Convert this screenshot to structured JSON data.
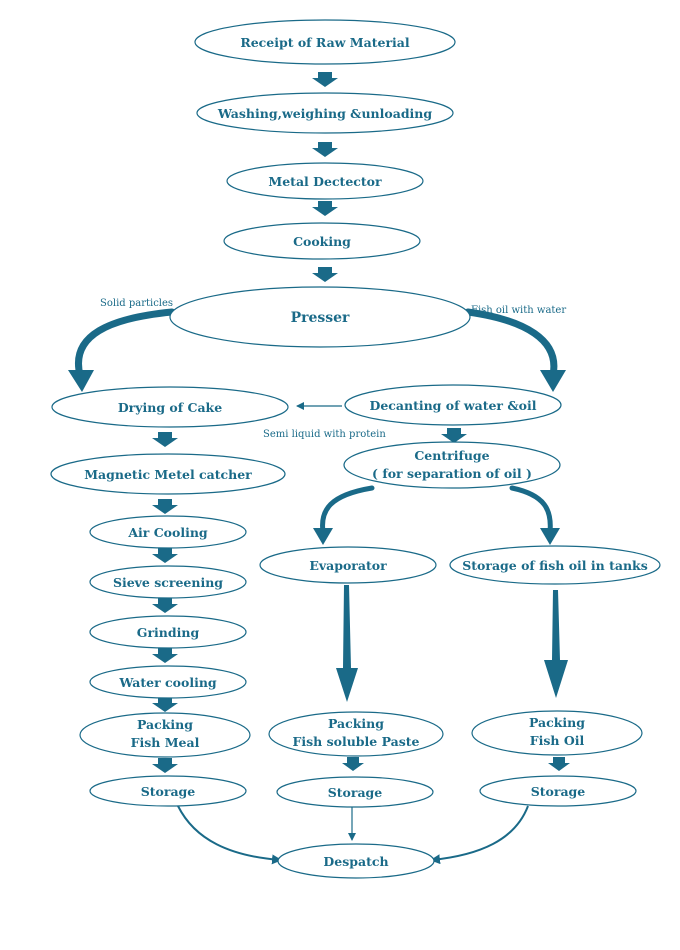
{
  "colors": {
    "node_fill": "#ffffff",
    "node_stroke": "#1a6a88",
    "text": "#1a6a88",
    "arrow": "#1a6a88"
  },
  "nodes": {
    "receipt": "Receipt of Raw Material",
    "washing": "Washing,weighing &unloading",
    "metal_detector": "Metal Dectector",
    "cooking": "Cooking",
    "presser": "Presser",
    "drying": "Drying of Cake",
    "decanting": "Decanting of water &oil",
    "centrifuge_line1": "Centrifuge",
    "centrifuge_line2": "( for separation of oil )",
    "magnetic": "Magnetic Metel catcher",
    "air_cooling": "Air Cooling",
    "evaporator": "Evaporator",
    "oil_storage_tanks": "Storage of fish oil in tanks",
    "sieve": "Sieve screening",
    "grinding": "Grinding",
    "water_cooling": "Water cooling",
    "packing_meal_line1": "Packing",
    "packing_meal_line2": "Fish Meal",
    "packing_paste_line1": "Packing",
    "packing_paste_line2": "Fish soluble Paste",
    "packing_oil_line1": "Packing",
    "packing_oil_line2": "Fish Oil",
    "storage_meal": "Storage",
    "storage_paste": "Storage",
    "storage_oil": "Storage",
    "despatch": "Despatch"
  },
  "edge_labels": {
    "solid_particles": "Solid particles",
    "fish_oil_with_water": "Fish oil with water",
    "semi_liquid": "Semi liquid with protein"
  }
}
